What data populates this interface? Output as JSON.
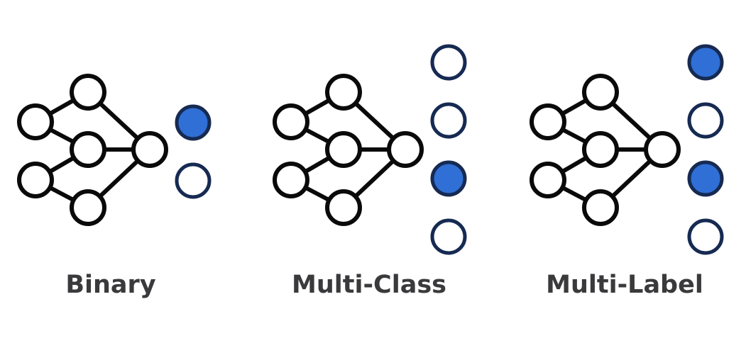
{
  "colors": {
    "stroke": "#0a0a0a",
    "output_ring": "#162a52",
    "active_fill": "#2f6fd6",
    "inactive_fill": "#ffffff",
    "caption": "#3a3a3c"
  },
  "icons": {
    "network": "neural-network-icon",
    "output_node": "output-circle"
  },
  "panels": [
    {
      "id": "binary",
      "label": "Binary",
      "outputs": [
        true,
        false
      ]
    },
    {
      "id": "multi-class",
      "label": "Multi-Class",
      "outputs": [
        false,
        false,
        true,
        false
      ]
    },
    {
      "id": "multi-label",
      "label": "Multi-Label",
      "outputs": [
        true,
        false,
        true,
        false
      ]
    }
  ]
}
